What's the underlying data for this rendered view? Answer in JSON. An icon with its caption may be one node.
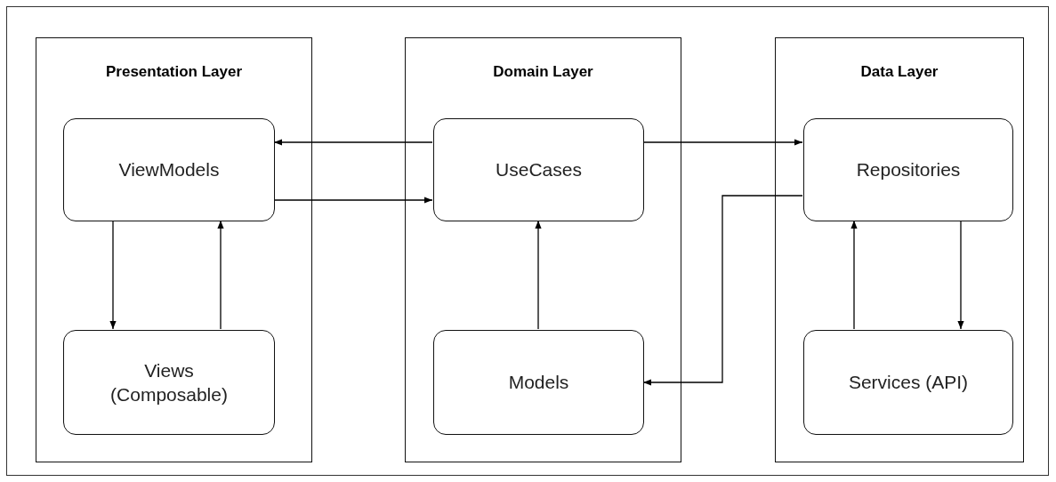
{
  "diagram": {
    "nodes": [
      {
        "text": [
          "Presentation Layer"
        ]
      },
      {
        "text": [
          "ViewModels"
        ],
        "in": 0
      },
      {
        "text": [
          "Views (Composable)"
        ],
        "in": 0
      },
      {
        "text": [
          "Domain Layer"
        ]
      },
      {
        "text": [
          "UseCases"
        ],
        "in": 3
      },
      {
        "text": [
          "Models"
        ],
        "in": 3
      },
      {
        "text": [
          "Data Layer"
        ]
      },
      {
        "text": [
          "Repositories"
        ],
        "in": 6
      },
      {
        "text": [
          "Services (API)"
        ],
        "in": 6
      }
    ],
    "edges": [
      {
        "from": 4,
        "to": 1,
        "arrow": "to"
      },
      {
        "from": 1,
        "to": 4,
        "arrow": "to"
      },
      {
        "from": 4,
        "to": 7,
        "arrow": "to"
      },
      {
        "from": 7,
        "to": 5,
        "arrow": "to"
      },
      {
        "from": 1,
        "to": 2,
        "arrow": "to"
      },
      {
        "from": 2,
        "to": 1,
        "arrow": "to"
      },
      {
        "from": 5,
        "to": 4,
        "arrow": "to"
      },
      {
        "from": 8,
        "to": 7,
        "arrow": "to"
      },
      {
        "from": 7,
        "to": 8,
        "arrow": "to"
      }
    ]
  }
}
